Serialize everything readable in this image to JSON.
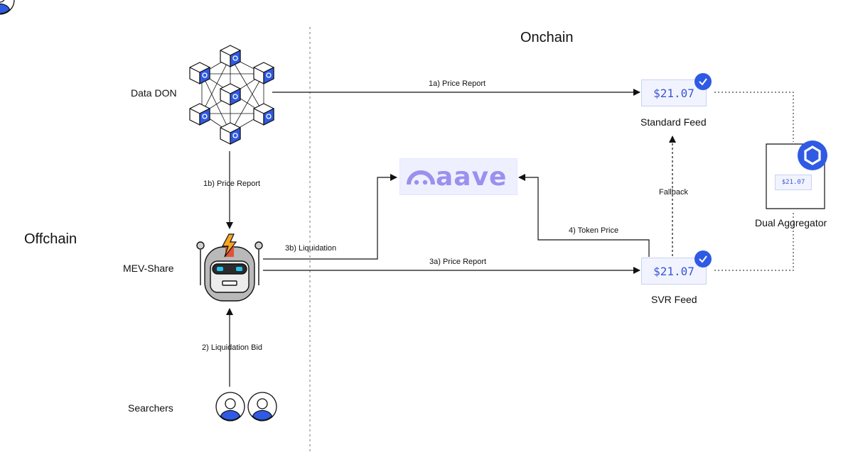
{
  "zones": {
    "onchain": "Onchain",
    "offchain": "Offchain"
  },
  "nodes": {
    "data_don": "Data DON",
    "mev_share": "MEV-Share",
    "searchers": "Searchers",
    "standard_feed": "Standard Feed",
    "svr_feed": "SVR Feed",
    "dual_aggregator": "Dual Aggregator",
    "aave": "aave"
  },
  "prices": {
    "standard_feed": "$21.07",
    "svr_feed": "$21.07",
    "aggregator_doc": "$21.07"
  },
  "edges": {
    "e1a": "1a) Price Report",
    "e1b": "1b) Price Report",
    "e2": "2) Liquidation Bid",
    "e3a": "3a) Price Report",
    "e3b": "3b) Liquidation",
    "e4": "4) Token Price",
    "fallback": "Fallback"
  },
  "icons": {
    "network": "blockchain-network-icon",
    "robot": "robot-icon",
    "user": "user-icon",
    "check": "checkmark-icon",
    "chainlink": "chainlink-hexagon-icon",
    "document": "document-icon",
    "aave_logo": "aave-ghost-logo-icon"
  },
  "colors": {
    "accent": "#2f5ae3",
    "price_text": "#3a55d6",
    "aave_purple": "#9c90ee",
    "bolt": "#f5a623"
  }
}
